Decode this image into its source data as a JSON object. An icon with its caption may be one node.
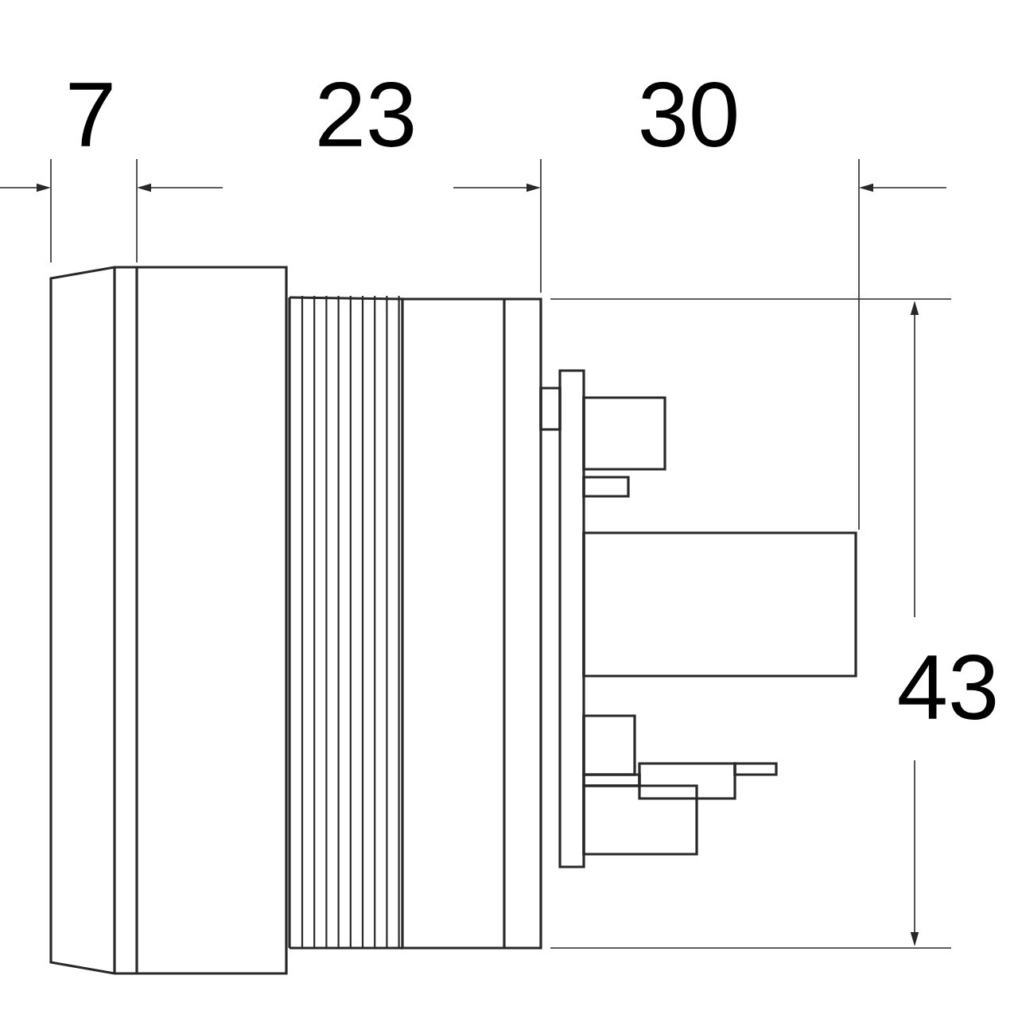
{
  "diagram": {
    "labels": [
      "7",
      "23",
      "30",
      "43"
    ]
  }
}
